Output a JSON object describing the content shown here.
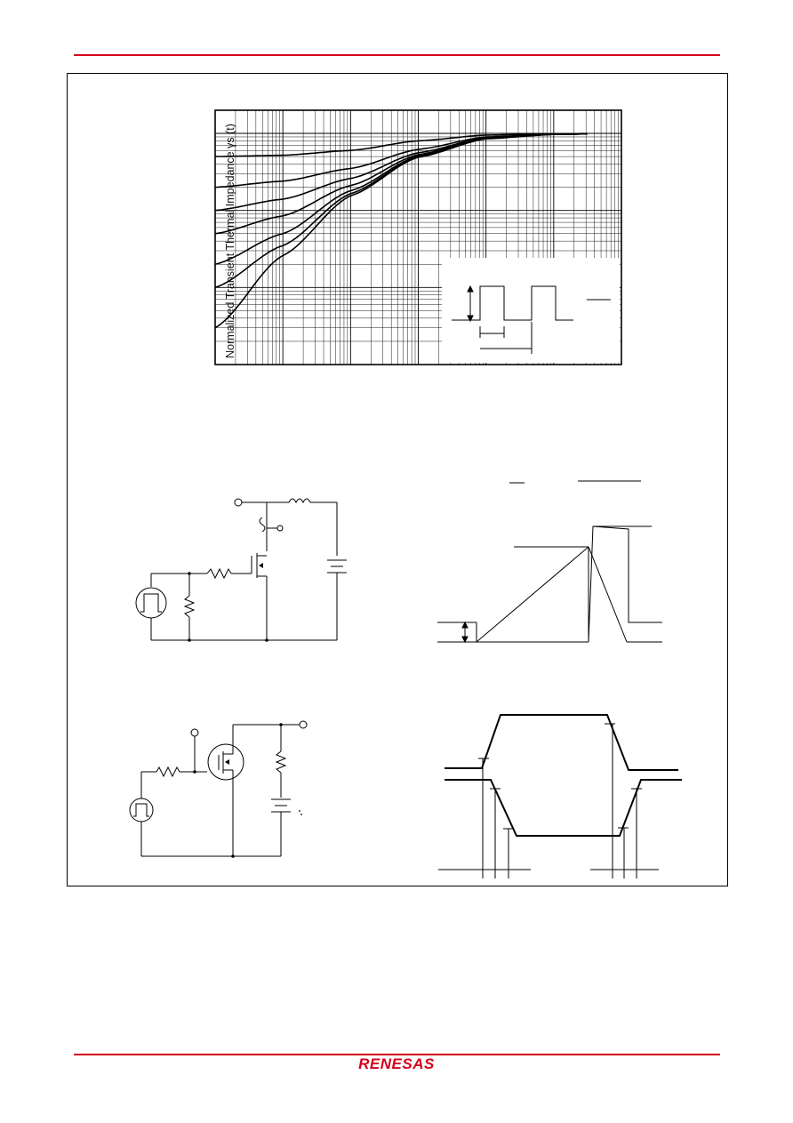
{
  "colors": {
    "rule": "#d4001a",
    "logo": "#d4001a",
    "ink": "#000000"
  },
  "thermal_chart": {
    "ylabel": "Normalized Transient Thermal Impedance   γs  (t)"
  },
  "chart_data": {
    "type": "line",
    "title": "",
    "xlabel": "",
    "ylabel": "Normalized Transient Thermal Impedance γs (t)",
    "x_scale": "log",
    "y_scale": "log",
    "x": [
      1e-05,
      0.0001,
      0.001,
      0.01,
      0.1,
      1,
      10
    ],
    "series": [
      {
        "values": [
          0.5,
          0.52,
          0.6,
          0.8,
          0.95,
          0.99,
          1.0
        ]
      },
      {
        "values": [
          0.2,
          0.24,
          0.35,
          0.62,
          0.9,
          0.98,
          1.0
        ]
      },
      {
        "values": [
          0.1,
          0.14,
          0.26,
          0.56,
          0.88,
          0.98,
          1.0
        ]
      },
      {
        "values": [
          0.05,
          0.085,
          0.21,
          0.53,
          0.87,
          0.98,
          1.0
        ]
      },
      {
        "values": [
          0.02,
          0.05,
          0.18,
          0.51,
          0.86,
          0.97,
          1.0
        ]
      },
      {
        "values": [
          0.01,
          0.035,
          0.165,
          0.5,
          0.86,
          0.97,
          1.0
        ]
      },
      {
        "values": [
          0.003,
          0.026,
          0.155,
          0.49,
          0.85,
          0.97,
          1.0
        ]
      }
    ],
    "grid": true
  },
  "footer": {
    "logo_text": "RENESAS"
  }
}
